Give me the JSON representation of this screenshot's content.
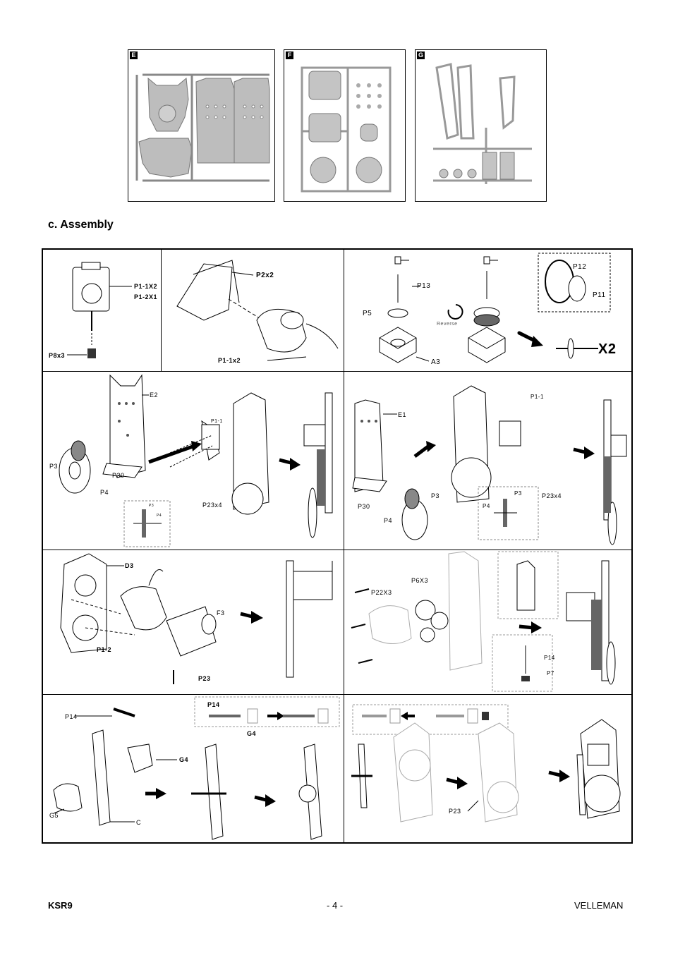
{
  "parts_sheets": [
    {
      "tag": "E"
    },
    {
      "tag": "F"
    },
    {
      "tag": "G"
    }
  ],
  "section_title": "c. Assembly",
  "steps": {
    "s1": {
      "labels": [
        "P1-1X2",
        "P1-2X1",
        "P8x3"
      ]
    },
    "s2": {
      "labels": [
        "P2x2",
        "P1-1x2"
      ]
    },
    "s3": {
      "labels": [
        "P13",
        "P5",
        "Reverse",
        "A3",
        "P12",
        "P11",
        "X2"
      ]
    },
    "s4": {
      "labels": [
        "E2",
        "P1-1",
        "P3",
        "P30",
        "P4",
        "P23x4",
        "P3",
        "P4"
      ]
    },
    "s5": {
      "labels": [
        "E1",
        "P1-1",
        "P3",
        "P4",
        "P23x4",
        "P30",
        "P3",
        "P4"
      ]
    },
    "s6": {
      "labels": [
        "D3",
        "F3",
        "P1-2",
        "P23"
      ]
    },
    "s7": {
      "labels": [
        "P6X3",
        "P22X3",
        "P14",
        "P7"
      ]
    },
    "s8": {
      "labels": [
        "P14",
        "P14",
        "G4",
        "G4",
        "G5",
        "C"
      ]
    },
    "s9": {
      "labels": [
        "P23"
      ]
    }
  },
  "footer": {
    "left": "KSR9",
    "center": "- 4 -",
    "right": "VELLEMAN"
  },
  "colors": {
    "ink": "#000000",
    "drawing_gray": "#8a8a8a"
  }
}
